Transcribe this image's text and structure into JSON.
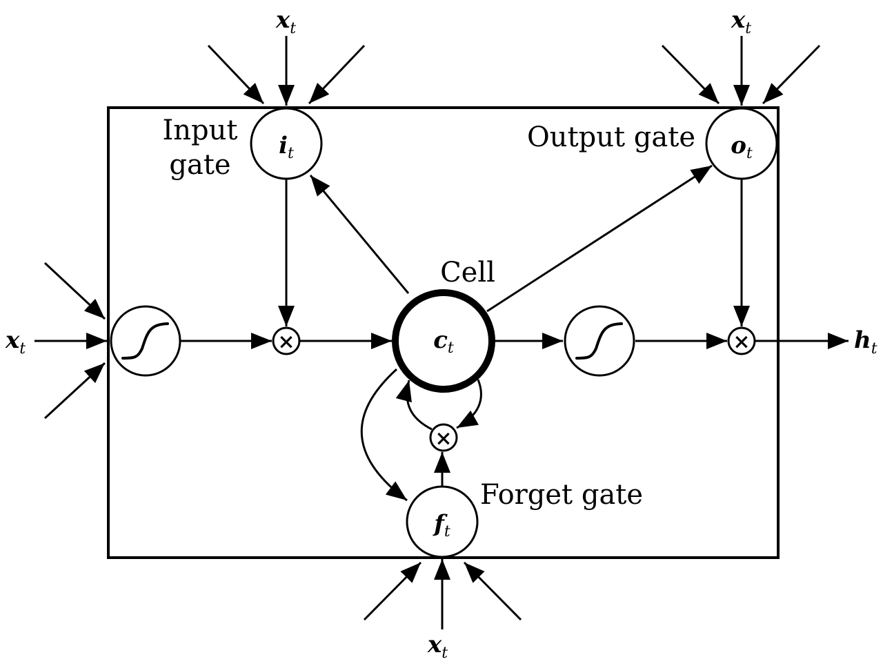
{
  "diagram": {
    "title": "LSTM memory cell",
    "colors": {
      "stroke": "#000000",
      "background": "#ffffff"
    },
    "labels": {
      "input_gate_line1": "Input",
      "input_gate_line2": "gate",
      "output_gate": "Output gate",
      "forget_gate": "Forget gate",
      "cell": "Cell"
    },
    "nodes": {
      "input_gate": {
        "symbol": "i",
        "subscript": "t"
      },
      "output_gate": {
        "symbol": "o",
        "subscript": "t"
      },
      "forget_gate": {
        "symbol": "f",
        "subscript": "t"
      },
      "cell": {
        "symbol": "c",
        "subscript": "t"
      },
      "multiply_symbol": "×",
      "input_squash_icon": "sigmoid-icon",
      "output_squash_icon": "sigmoid-icon"
    },
    "io": {
      "input_symbol": "x",
      "input_subscript": "t",
      "output_symbol": "h",
      "output_subscript": "t"
    }
  }
}
